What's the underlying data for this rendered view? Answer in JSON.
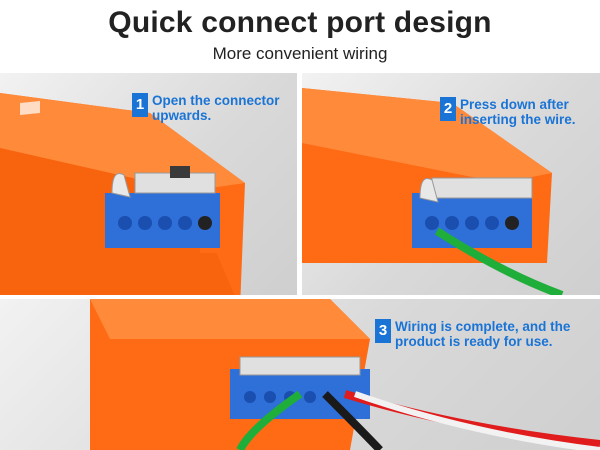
{
  "header": {
    "title": "Quick connect port design",
    "subtitle": "More convenient wiring"
  },
  "steps": [
    {
      "number": "1",
      "line1": "Open the connector",
      "line2": "upwards."
    },
    {
      "number": "2",
      "line1": "Press down after",
      "line2": "inserting the wire."
    },
    {
      "number": "3",
      "line1": "Wiring is complete, and the",
      "line2": "product is ready for use."
    }
  ],
  "colors": {
    "accent": "#1a74d6",
    "device_orange": "#ff6a14",
    "terminal_blue": "#2f6fd8",
    "wire_green": "#1fae3a",
    "wire_red": "#e01c1c",
    "wire_black": "#1a1a1a"
  }
}
